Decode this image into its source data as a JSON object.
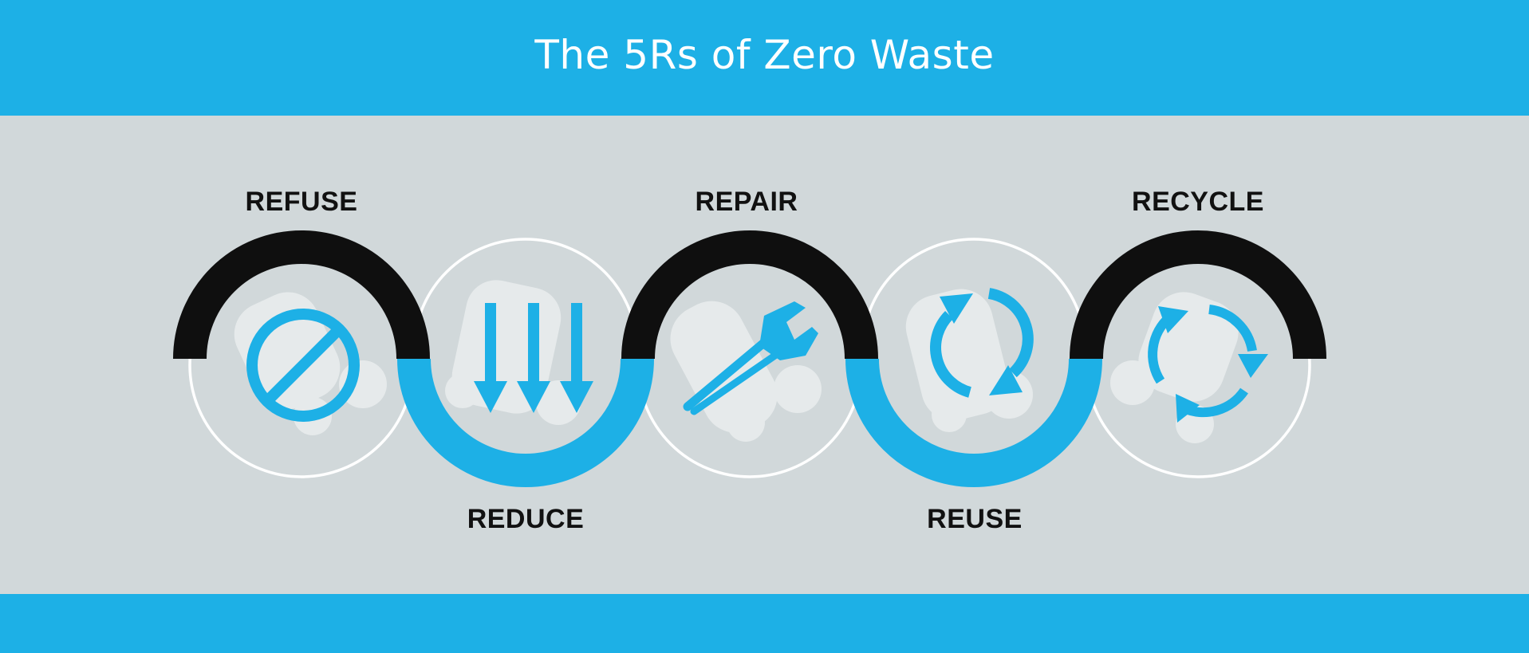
{
  "title": "The 5Rs of Zero Waste",
  "colors": {
    "band": "#1db0e6",
    "background": "#d1d8da",
    "black_arc": "#0f0f0f",
    "blue_arc": "#1db0e6",
    "icon": "#1db0e6",
    "ring": "#ffffff",
    "watermark": "#e6eaeb",
    "label": "#111111"
  },
  "steps": [
    {
      "label": "REFUSE",
      "icon": "no-entry-icon",
      "arc": "top"
    },
    {
      "label": "REDUCE",
      "icon": "down-arrows-icon",
      "arc": "bottom"
    },
    {
      "label": "REPAIR",
      "icon": "wrench-icon",
      "arc": "top"
    },
    {
      "label": "REUSE",
      "icon": "refresh-arrows-icon",
      "arc": "bottom"
    },
    {
      "label": "RECYCLE",
      "icon": "recycle-arrows-icon",
      "arc": "top"
    }
  ]
}
